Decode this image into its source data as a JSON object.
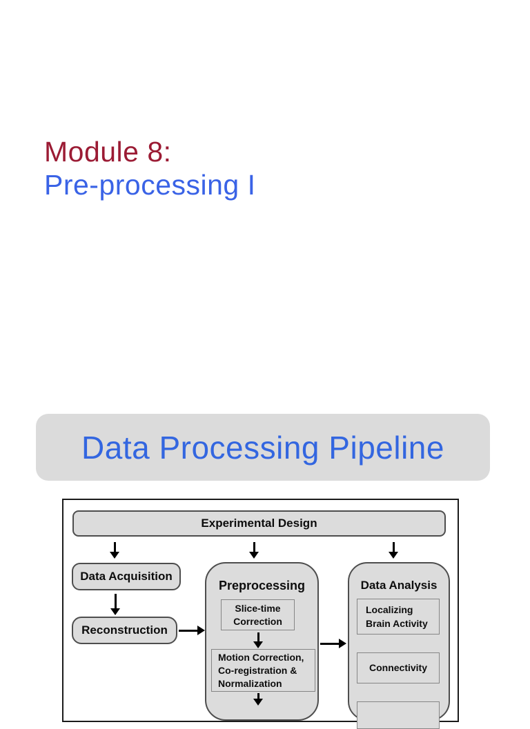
{
  "slide": {
    "module_title": "Module 8:",
    "module_subtitle": "Pre-processing I"
  },
  "banner": {
    "title": "Data Processing Pipeline"
  },
  "pipeline": {
    "experimental_design": "Experimental Design",
    "data_acquisition": "Data Acquisition",
    "reconstruction": "Reconstruction",
    "preprocessing": "Preprocessing",
    "slice_time_correction": "Slice-time Correction",
    "motion_correction": "Motion Correction, Co-registration & Normalization",
    "data_analysis": "Data Analysis",
    "localizing_brain_activity": "Localizing Brain Activity",
    "connectivity": "Connectivity"
  },
  "colors": {
    "module_title": "#9B1B34",
    "module_subtitle": "#3A63E6",
    "banner_text": "#3366E0",
    "banner_bg": "#DBDBDB",
    "box_fill": "#DCDCDC",
    "box_border": "#4D4D4D",
    "inner_box_border": "#858585",
    "outer_frame_border": "#1A1A1A",
    "arrow": "#000000"
  }
}
